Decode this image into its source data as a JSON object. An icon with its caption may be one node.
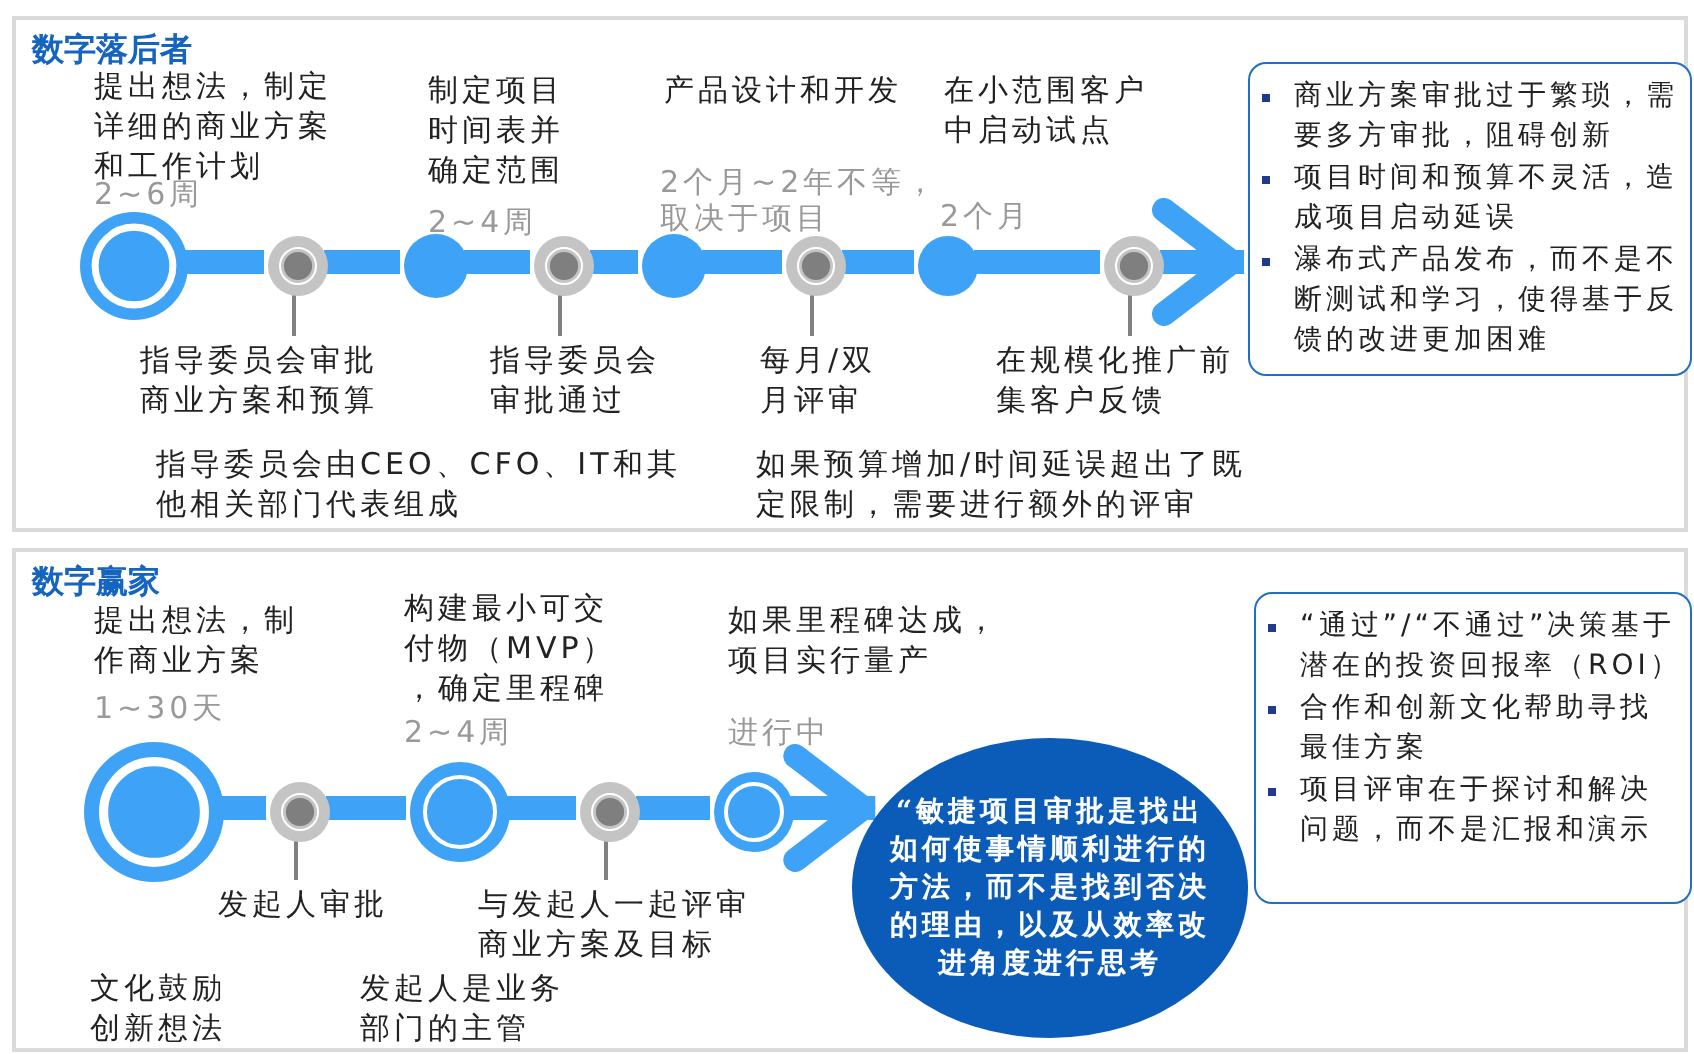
{
  "diagram": {
    "nodes": [
      {
        "text": [
          "数字落后者"
        ]
      },
      {
        "text": [],
        "shape": "circle",
        "in": 0,
        "beside": [
          "提出想法，制定详细的商业方案和工作计划",
          "2~6周"
        ]
      },
      {
        "text": [],
        "shape": "circle",
        "in": 0
      },
      {
        "text": [],
        "shape": "circle",
        "in": 0,
        "beside": [
          "制定项目时间表并确定范围",
          "2~4周"
        ]
      },
      {
        "text": [],
        "shape": "circle",
        "in": 0
      },
      {
        "text": [],
        "shape": "circle",
        "in": 0,
        "beside": [
          "产品设计和开发",
          "2个月~2年不等，取决于项目"
        ]
      },
      {
        "text": [],
        "shape": "circle",
        "in": 0
      },
      {
        "text": [],
        "shape": "circle",
        "in": 0,
        "beside": [
          "在小范围客户中启动试点",
          "2个月"
        ]
      },
      {
        "text": [],
        "shape": "circle",
        "in": 0
      },
      {
        "text": [
          "商业方案审批过于繁琐，需要多方审批，阻碍创新",
          "项目时间和预算不灵活，造成项目启动延误",
          "瀑布式产品发布，而不是不断测试和学习，使得基于反馈的改进更加困难"
        ],
        "in": 0
      },
      {
        "text": [
          "指导委员会审批商业方案和预算"
        ],
        "in": 0
      },
      {
        "text": [
          "指导委员会审批通过"
        ],
        "in": 0
      },
      {
        "text": [
          "每月/双月评审"
        ],
        "in": 0
      },
      {
        "text": [
          "在规模化推广前集客户反馈"
        ],
        "in": 0
      },
      {
        "text": [
          "数字赢家"
        ]
      },
      {
        "text": [],
        "shape": "circle",
        "in": 14,
        "beside": [
          "提出想法，制作商业方案",
          "1~30天"
        ]
      },
      {
        "text": [],
        "shape": "circle",
        "in": 14
      },
      {
        "text": [],
        "shape": "circle",
        "in": 14,
        "beside": [
          "构建最小可交付物（MVP），确定里程碑",
          "2~4周"
        ]
      },
      {
        "text": [],
        "shape": "circle",
        "in": 14
      },
      {
        "text": [],
        "shape": "circle",
        "in": 14,
        "beside": [
          "如果里程碑达成，项目实行量产",
          "进行中"
        ]
      },
      {
        "text": [
          "“敏捷项目审批是找出如何使事情顺利进行的方法，而不是找到否决的理由，以及从效率改进角度进行思考"
        ],
        "in": 14
      },
      {
        "text": [
          "“通过”/“不通过”决策基于潜在的投资回报率（ROI）",
          "合作和创新文化帮助寻找最佳方案",
          "项目评审在于探讨和解决问题，而不是汇报和演示"
        ],
        "in": 14
      },
      {
        "text": [
          "发起人审批"
        ],
        "in": 14
      },
      {
        "text": [
          "与发起人一起评审商业方案及目标"
        ],
        "in": 14
      }
    ],
    "edges": [
      {
        "from": 1,
        "to": 2,
        "arrow": "none"
      },
      {
        "from": 2,
        "to": 3,
        "arrow": "none"
      },
      {
        "from": 3,
        "to": 4,
        "arrow": "none"
      },
      {
        "from": 4,
        "to": 5,
        "arrow": "none"
      },
      {
        "from": 5,
        "to": 6,
        "arrow": "none"
      },
      {
        "from": 6,
        "to": 7,
        "arrow": "none"
      },
      {
        "from": 7,
        "to": 8,
        "arrow": "none"
      },
      {
        "from": 8,
        "to": 9,
        "arrow": "to"
      },
      {
        "from": 10,
        "to": 2,
        "arrow": "none",
        "color": "#808080"
      },
      {
        "from": 11,
        "to": 4,
        "arrow": "none",
        "color": "#808080"
      },
      {
        "from": 12,
        "to": 6,
        "arrow": "none",
        "color": "#808080"
      },
      {
        "from": 13,
        "to": 8,
        "arrow": "none",
        "color": "#808080"
      },
      {
        "from": 15,
        "to": 16,
        "arrow": "none"
      },
      {
        "from": 16,
        "to": 17,
        "arrow": "none"
      },
      {
        "from": 17,
        "to": 18,
        "arrow": "none"
      },
      {
        "from": 18,
        "to": 19,
        "arrow": "none"
      },
      {
        "from": 19,
        "to": 20,
        "arrow": "to"
      },
      {
        "from": 22,
        "to": 16,
        "arrow": "none",
        "color": "#808080"
      },
      {
        "from": 23,
        "to": 18,
        "arrow": "none",
        "color": "#808080"
      }
    ],
    "labels": [
      "指导委员会由CEO、CFO、IT和其他相关部门代表组成",
      "如果预算增加/时间延误超出了既定限制，需要进行额外的评审",
      "文化鼓励创新想法",
      "发起人是业务部门的主管"
    ]
  }
}
